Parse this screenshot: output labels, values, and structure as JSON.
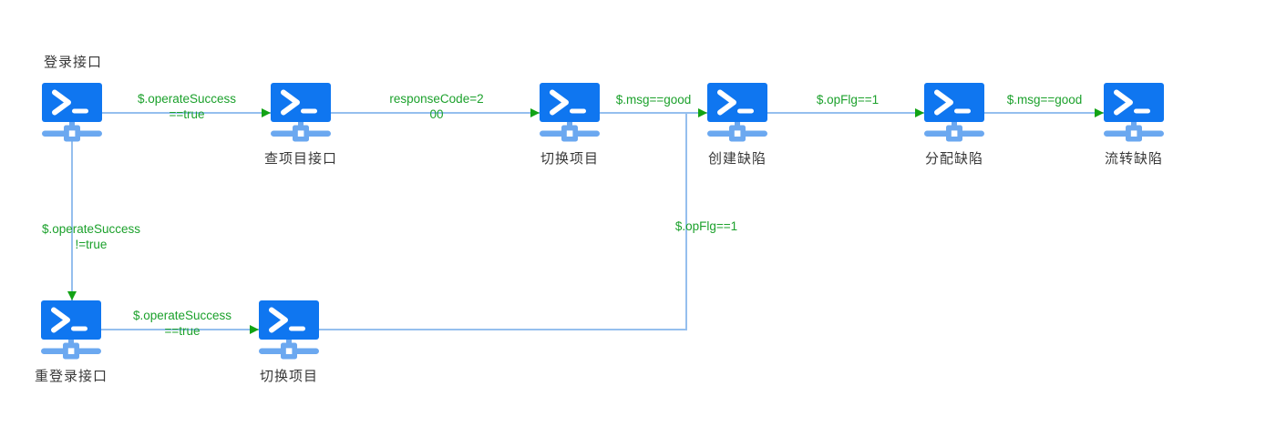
{
  "canvas": {
    "nodes": [
      {
        "label": "登录接口"
      },
      {
        "label": "查项目接口"
      },
      {
        "label": "切换项目"
      },
      {
        "label": "创建缺陷"
      },
      {
        "label": "分配缺陷"
      },
      {
        "label": "流转缺陷"
      },
      {
        "label": "重登录接口"
      },
      {
        "label": "切换项目"
      }
    ],
    "edge_labels": [
      {
        "line1": "$.operateSuccess",
        "line2": "==true"
      },
      {
        "line1": "responseCode=2",
        "line2": "00"
      },
      {
        "line1": "$.msg==good",
        "line2": ""
      },
      {
        "line1": "$.opFlg==1",
        "line2": ""
      },
      {
        "line1": "$.msg==good",
        "line2": ""
      },
      {
        "line1": "$.operateSuccess",
        "line2": "!=true"
      },
      {
        "line1": "$.operateSuccess",
        "line2": "==true"
      },
      {
        "line1": "$.opFlg==1",
        "line2": ""
      }
    ],
    "colors": {
      "node_blue": "#0f76f0",
      "node_light_blue": "#6ba8f0",
      "edge_line": "#95bfee",
      "arrow_green": "#12a315",
      "label_green": "#1ca12c",
      "node_text": "#383838"
    }
  }
}
